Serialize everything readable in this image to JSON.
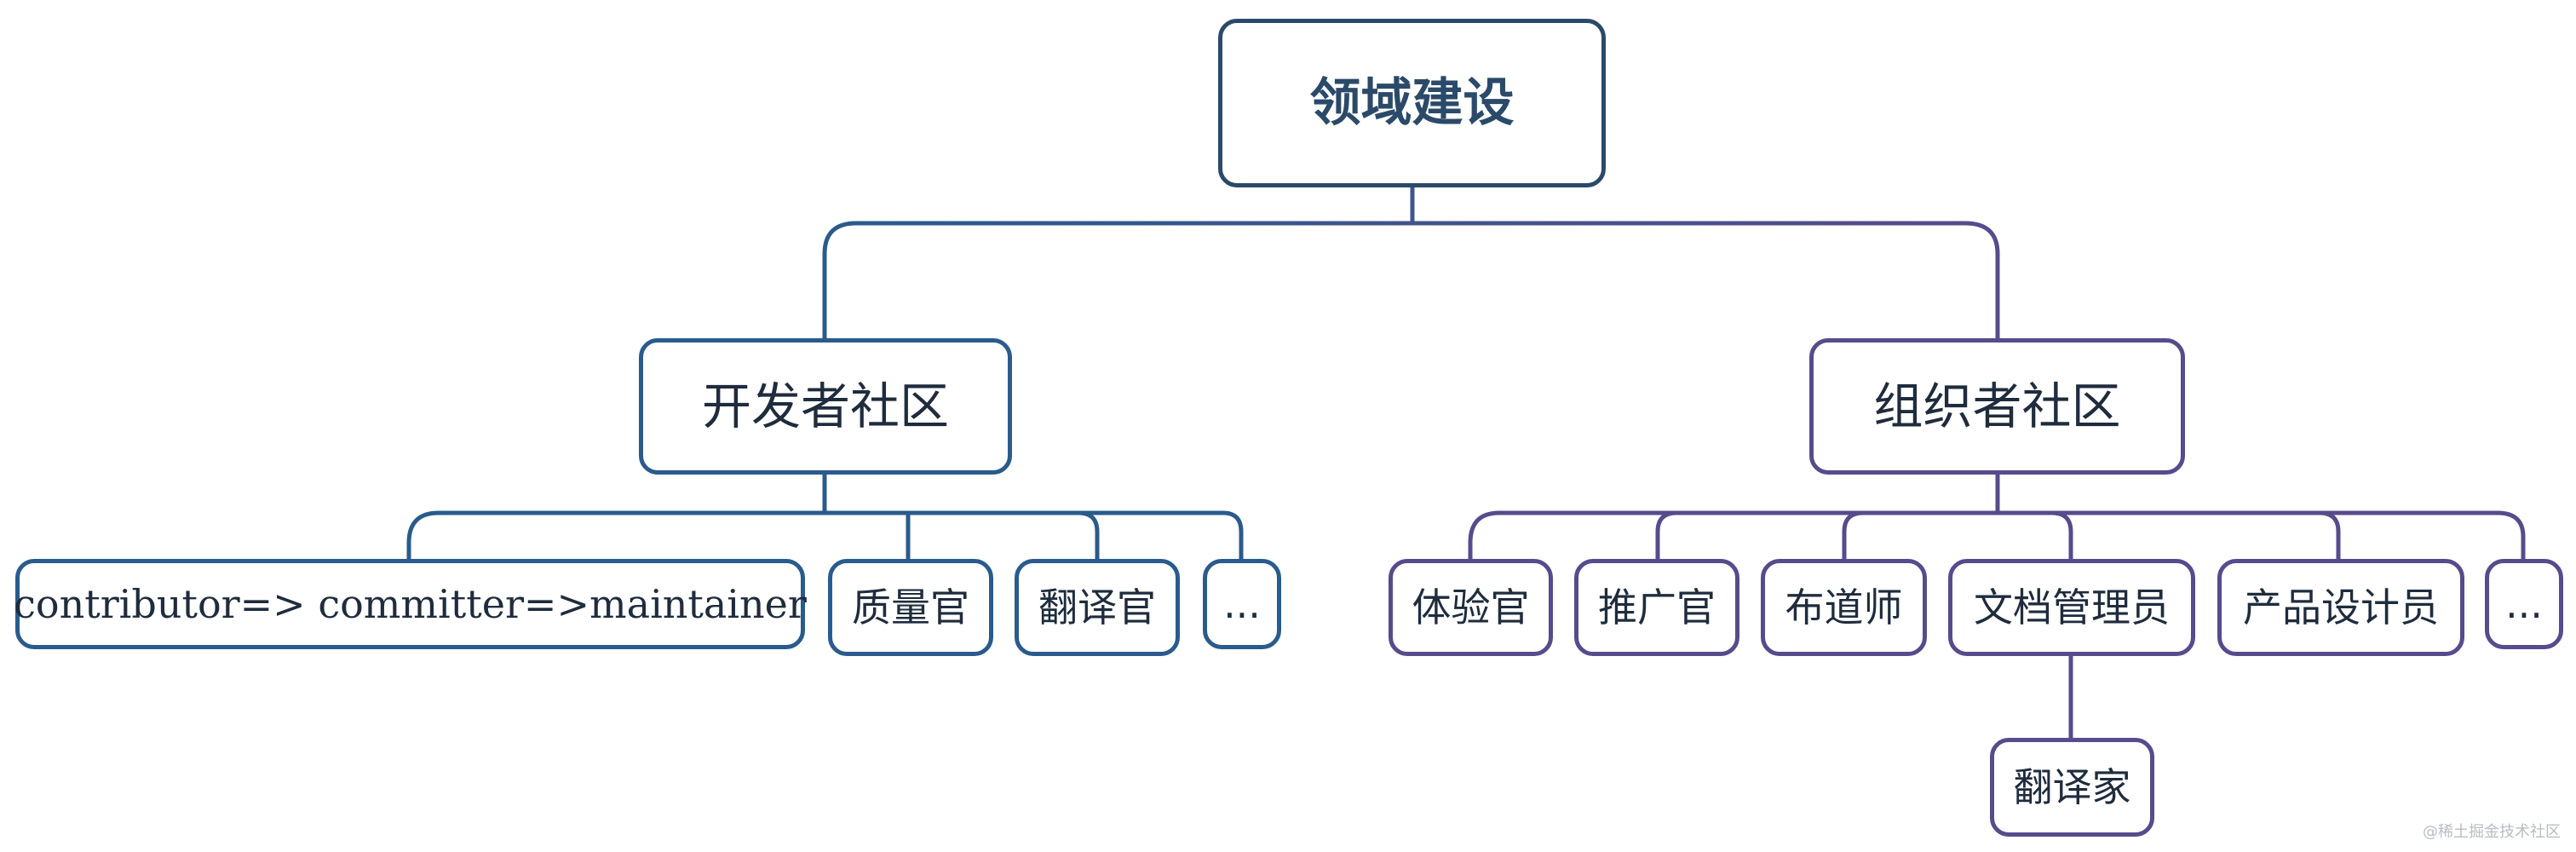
{
  "diagram": {
    "root": {
      "label": "领域建设"
    },
    "developer_community": {
      "label": "开发者社区",
      "children": [
        "contributor=> committer=>maintainer",
        "质量官",
        "翻译官",
        "..."
      ]
    },
    "organizer_community": {
      "label": "组织者社区",
      "children": [
        "体验官",
        "推广官",
        "布道师",
        "文档管理员",
        "产品设计员",
        "..."
      ],
      "document_manager_child": "翻译家"
    },
    "watermark": "@稀土掘金技术社区",
    "colors": {
      "root_border": "#2b4a69",
      "developer_border": "#2a5b8c",
      "organizer_border": "#574b8c",
      "text": "#1f2c3d"
    }
  }
}
